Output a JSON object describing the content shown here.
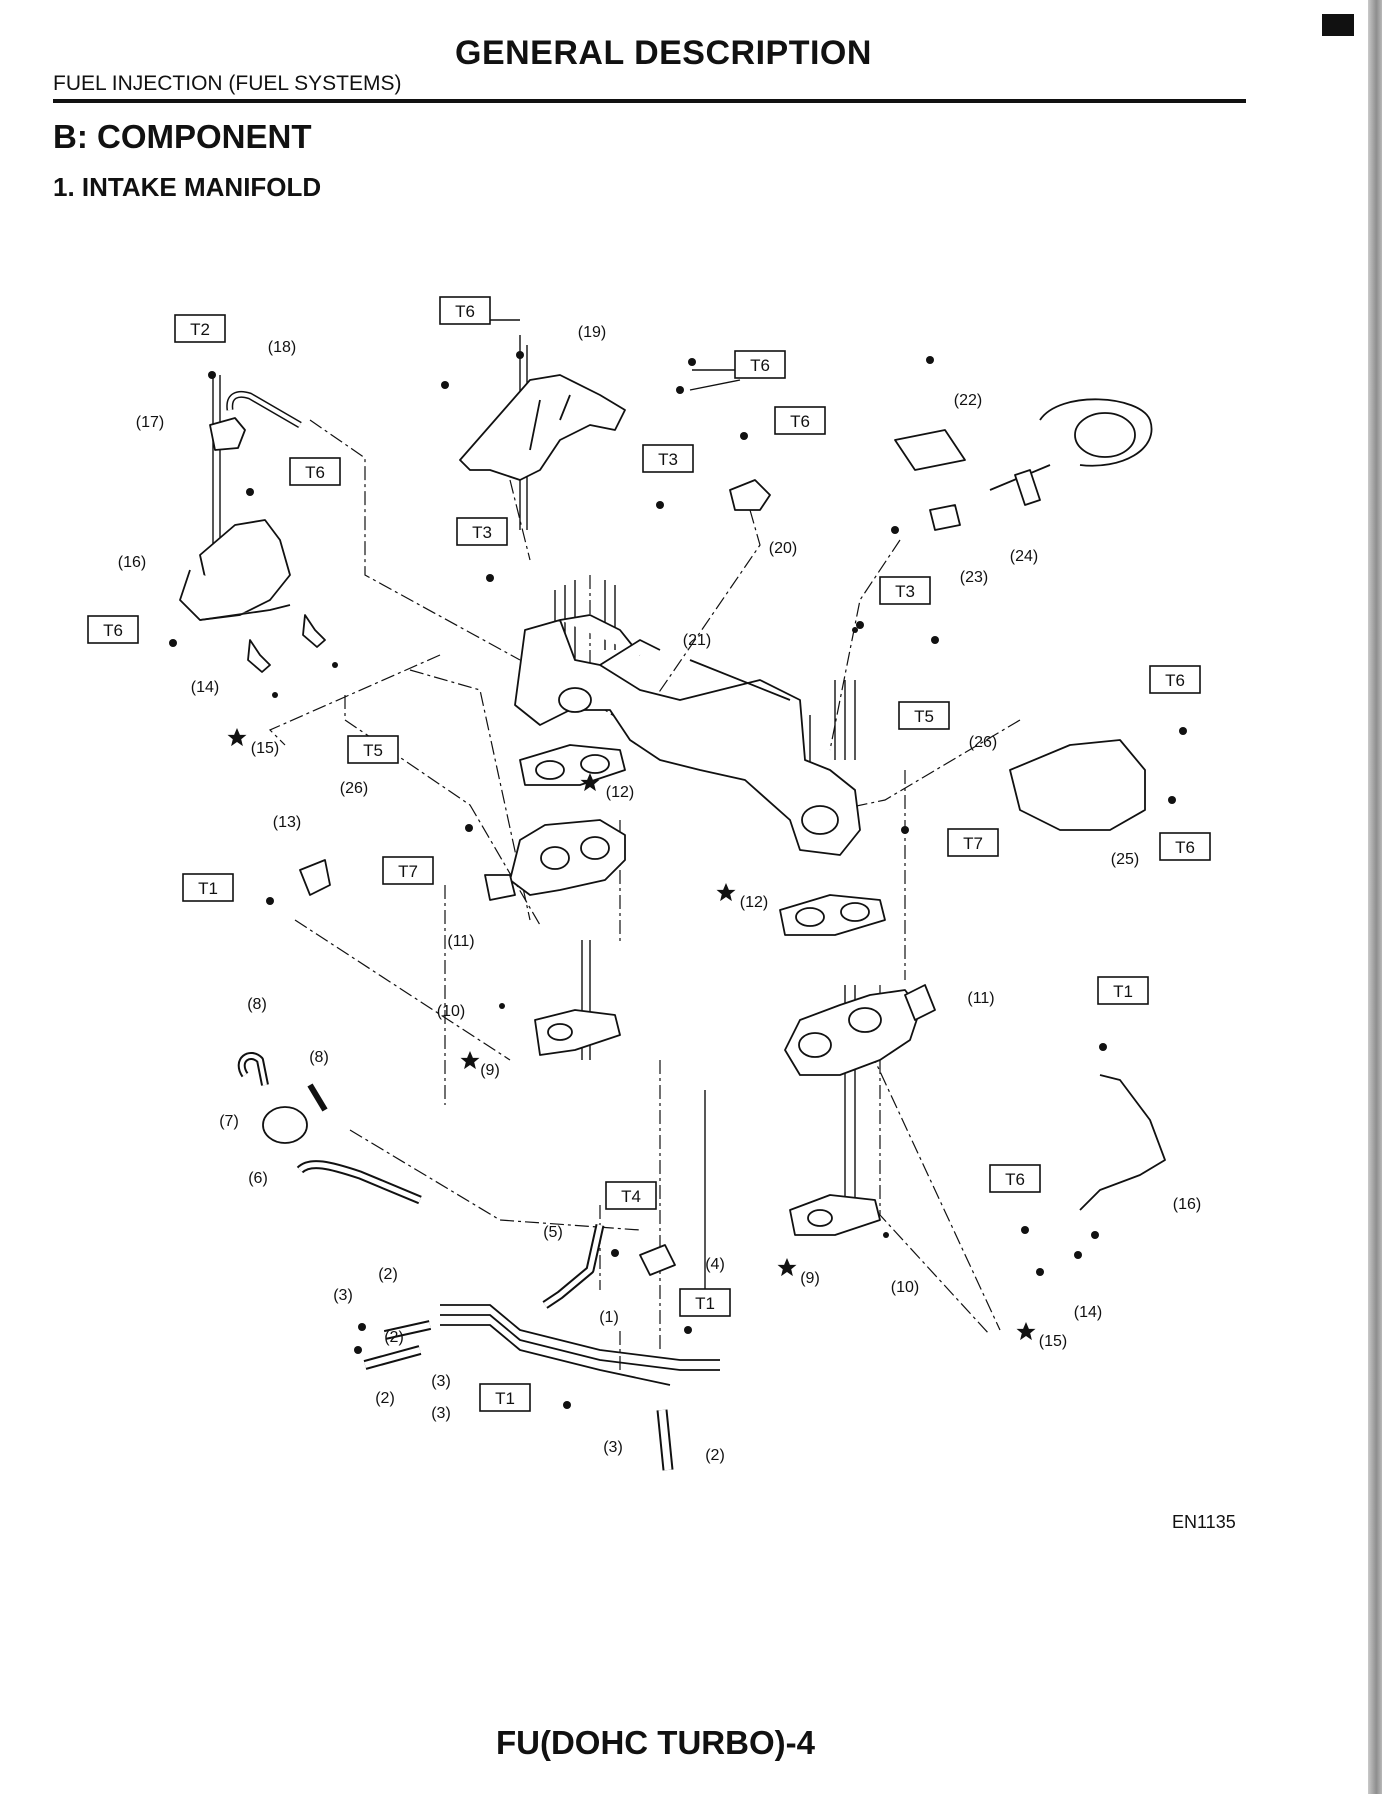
{
  "header": {
    "title": "GENERAL DESCRIPTION",
    "section": "FUEL INJECTION (FUEL SYSTEMS)"
  },
  "heading": {
    "component": "B:  COMPONENT",
    "subheading": "1.  INTAKE MANIFOLD"
  },
  "figure": {
    "code": "EN1135",
    "torque_labels": [
      "T2",
      "T6",
      "T6",
      "T6",
      "T3",
      "T3",
      "T6",
      "T6",
      "T3",
      "T6",
      "T5",
      "T5",
      "T7",
      "T1",
      "T7",
      "T6",
      "T1",
      "T4",
      "T1",
      "T1",
      "T6"
    ],
    "part_labels": [
      "(18)",
      "(19)",
      "(17)",
      "(22)",
      "(20)",
      "(23)",
      "(24)",
      "(16)",
      "(21)",
      "(14)",
      "(15)",
      "(12)",
      "(26)",
      "(26)",
      "(13)",
      "(25)",
      "(12)",
      "(11)",
      "(11)",
      "(10)",
      "(8)",
      "(8)",
      "(9)",
      "(7)",
      "(6)",
      "(16)",
      "(5)",
      "(4)",
      "(2)",
      "(3)",
      "(14)",
      "(9)",
      "(10)",
      "(1)",
      "(3)",
      "(2)",
      "(15)",
      "(3)",
      "(2)",
      "(3)",
      "(2)"
    ]
  },
  "footer": {
    "page": "FU(DOHC TURBO)-4"
  }
}
